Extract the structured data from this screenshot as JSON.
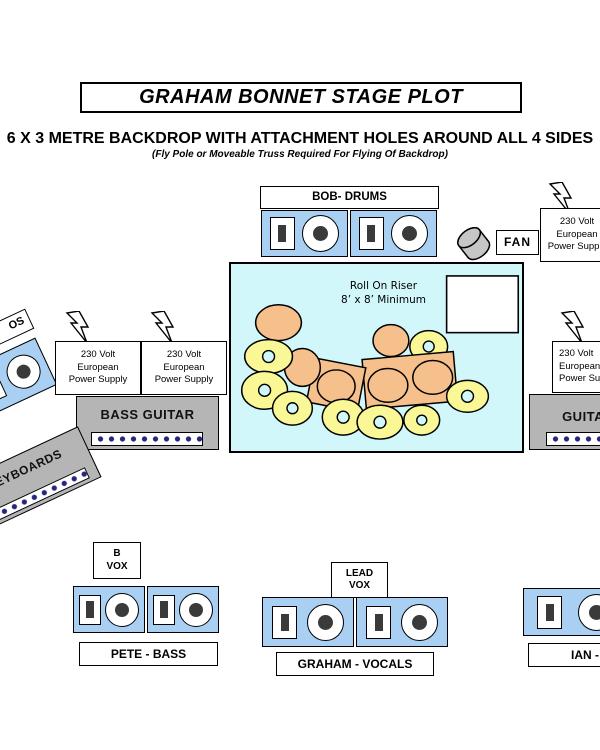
{
  "title": "GRAHAM BONNET STAGE PLOT",
  "backdrop": {
    "heading": "6 X 3 METRE BACKDROP WITH ATTACHMENT HOLES AROUND ALL 4 SIDES",
    "subheading": "(Fly Pole or Moveable Truss Required For Flying Of Backdrop)"
  },
  "stage": {
    "drums_label": "BOB- DRUMS",
    "fan_label": "FAN",
    "riser_line1": "Roll On Riser",
    "riser_line2": "8’ x 8’ Minimum"
  },
  "power_supply": {
    "line1": "230 Volt",
    "line2": "European",
    "line3": "Power Supply"
  },
  "amps": {
    "bass_guitar": "BASS GUITAR",
    "keyboards": "KEYBOARDS",
    "guitar": "GUITAR"
  },
  "monitors": {
    "b_vox_line1": "B",
    "b_vox_line2": "VOX",
    "lead_vox_line1": "LEAD",
    "lead_vox_line2": "VOX",
    "pete_label": "PETE - BASS",
    "graham_label": "GRAHAM - VOCALS",
    "ian_label": "IAN -",
    "side_label_fragment": "OS"
  },
  "colors": {
    "wedge_blue": "#A9CFF2",
    "riser_cyan": "#D2F7FB",
    "drum_tan": "#F5C08C",
    "cymbal_yellow": "#FAF896",
    "amp_gray": "#B5B5B5",
    "fan_gray": "#C6C6C6",
    "knob_navy": "#26267E"
  }
}
